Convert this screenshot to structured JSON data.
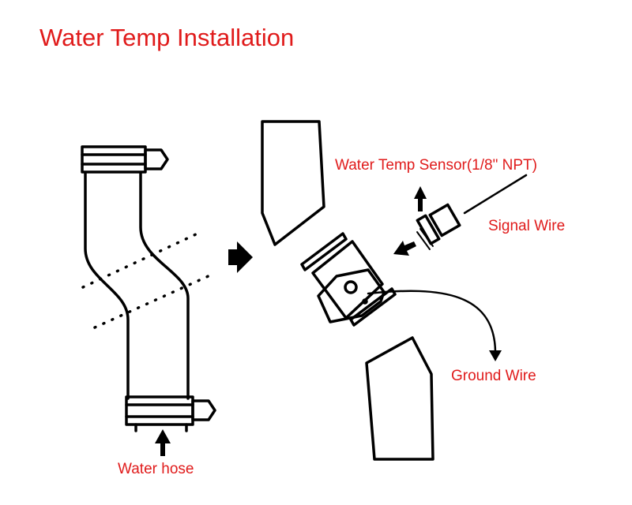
{
  "title": "Water Temp Installation",
  "labels": {
    "sensor": "Water Temp Sensor(1/8\"  NPT)",
    "signal_wire": "Signal Wire",
    "ground_wire": "Ground Wire",
    "water_hose": "Water hose"
  },
  "colors": {
    "label_text": "#e01b1b",
    "line_art": "#000000",
    "background": "#ffffff"
  }
}
